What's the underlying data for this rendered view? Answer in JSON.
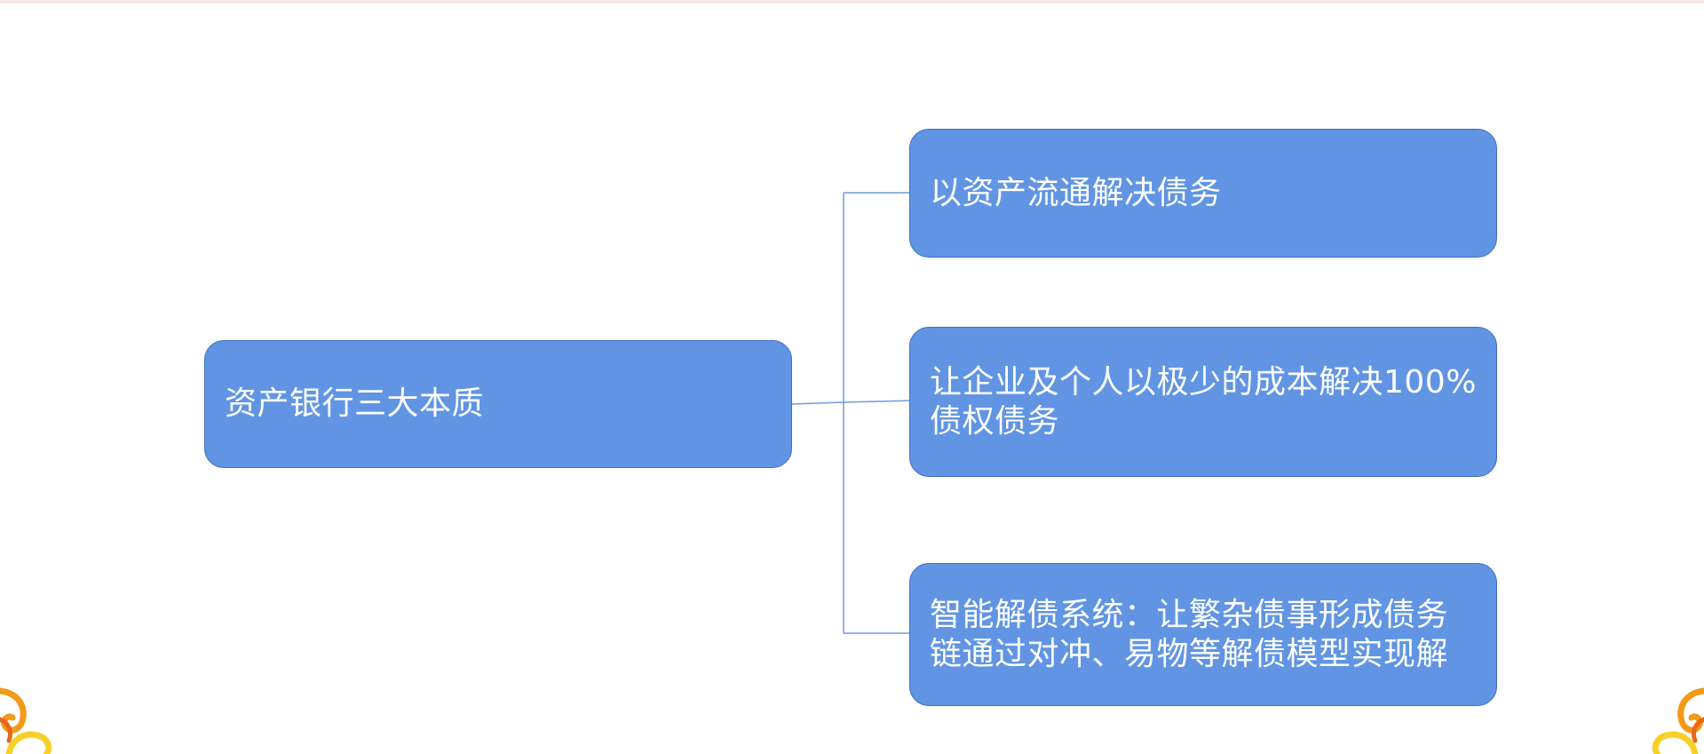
{
  "diagram": {
    "root": {
      "label": "资产银行三大本质"
    },
    "children": [
      {
        "label": "以资产流通解决债务"
      },
      {
        "label": "让企业及个人以极少的成本解决100%债权债务"
      },
      {
        "label": "智能解债系统：让繁杂债事形成债务链通过对冲、易物等解债模型实现解"
      }
    ]
  },
  "colors": {
    "node_fill": "#6195e4",
    "node_border": "#3f6fbf",
    "node_text": "#ffffff",
    "connector": "#6f9be0",
    "ornament_primary": "#f29a1a",
    "ornament_secondary": "#f7d02a"
  },
  "icons": {
    "left_ornament": "corner-swirl-ornament",
    "right_ornament": "corner-swirl-ornament"
  }
}
